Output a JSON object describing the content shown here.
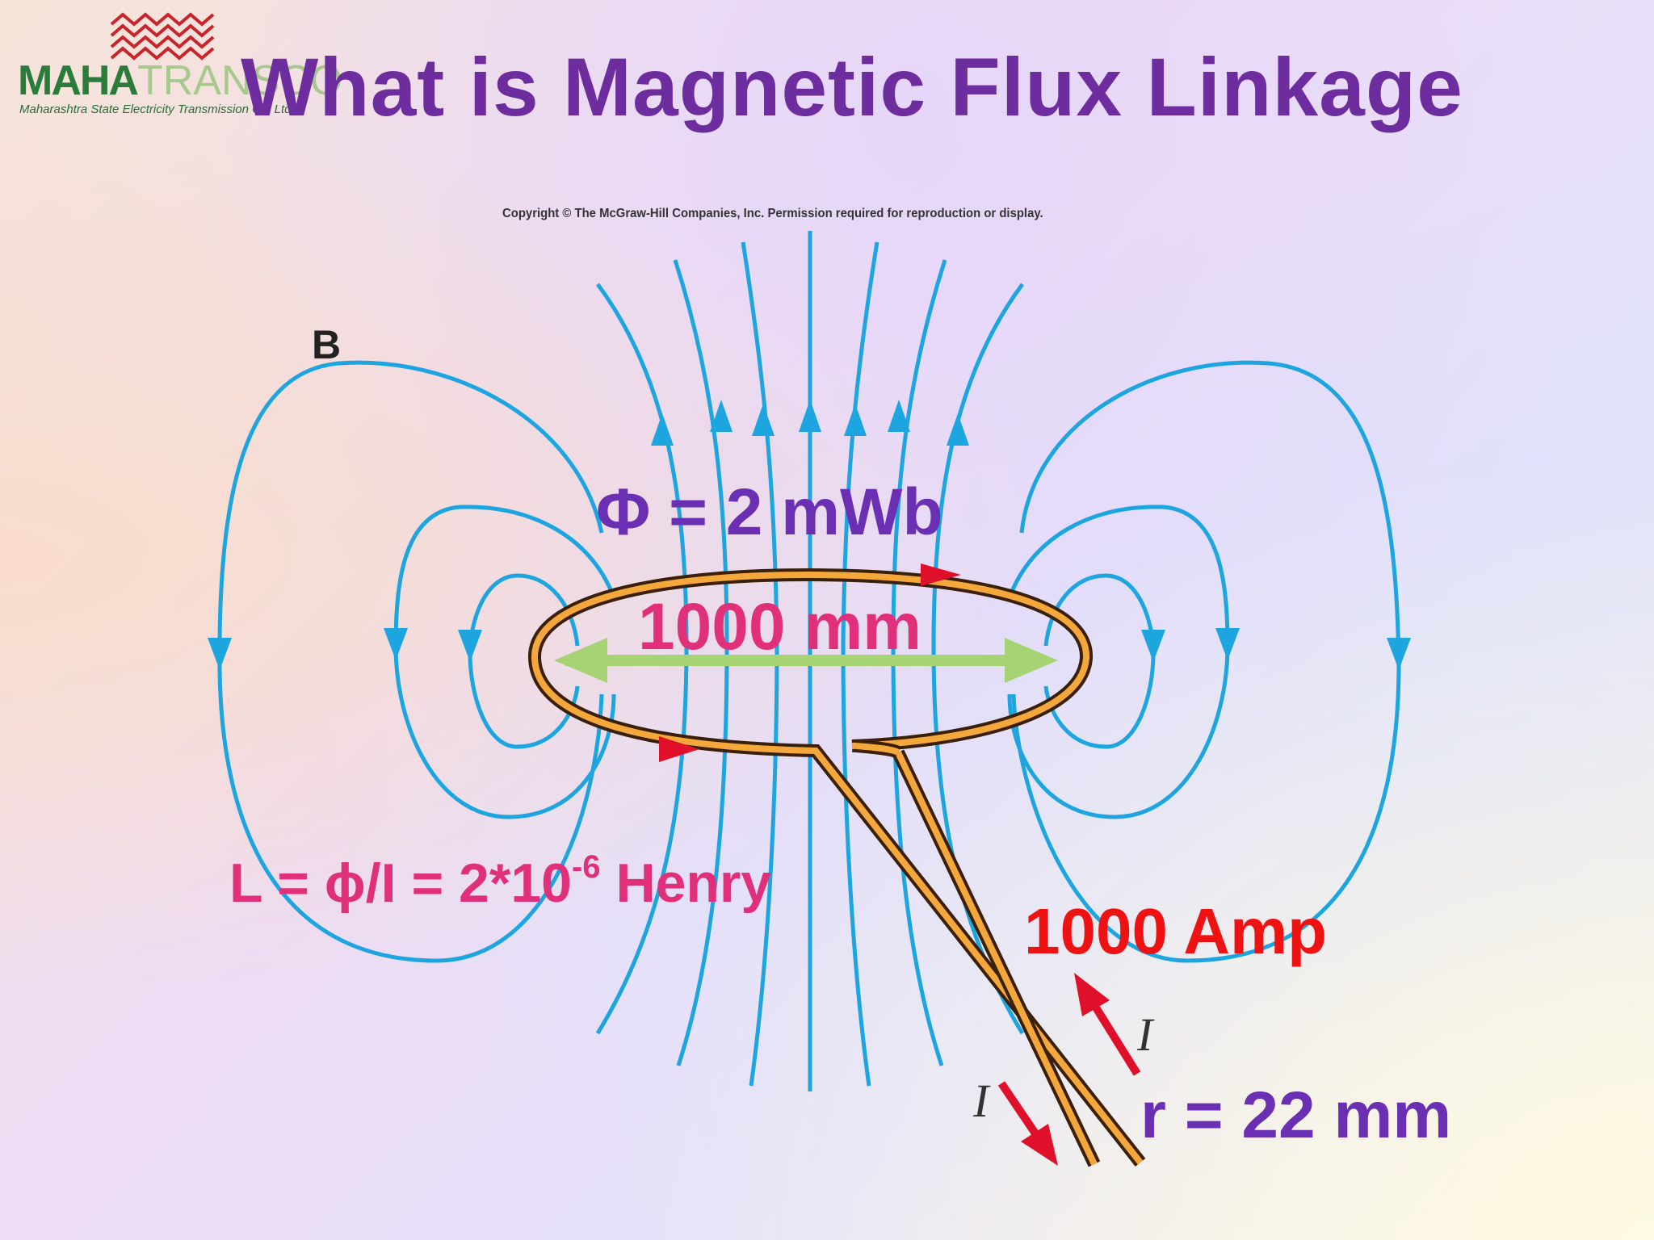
{
  "logo": {
    "brand_bold": "MAHA",
    "brand_thin": "TRANSCO",
    "tagline": "Maharashtra State Electricity Transmission Co. Ltd."
  },
  "slide": {
    "title": "What is Magnetic Flux Linkage"
  },
  "figure": {
    "copyright": "Copyright © The McGraw-Hill Companies, Inc. Permission required for reproduction or display.",
    "field_label": "B",
    "current_label": "I"
  },
  "annotations": {
    "flux": "Φ = 2 mWb",
    "diameter": "1000 mm",
    "inductance_base": "L = ϕ/I = 2*10",
    "inductance_exp": "-6",
    "inductance_unit": " Henry",
    "current": "1000 Amp",
    "radius": "r = 22 mm"
  },
  "colors": {
    "field_line": "#1da5e0",
    "wire": "#f4a73a",
    "arrow_current": "#e0102a",
    "dimension_arrow": "#a6d374",
    "title": "#6e2d9f"
  }
}
